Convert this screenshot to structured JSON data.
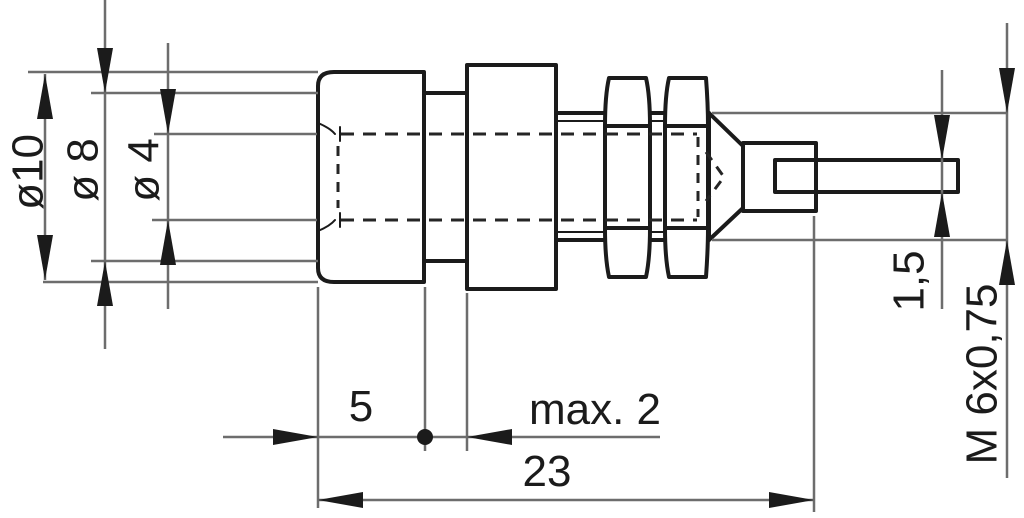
{
  "drawing": {
    "dimension_labels": {
      "outer_diameter": "ø10",
      "body_diameter": "ø 8",
      "hole_diameter": "ø 4",
      "head_length": "5",
      "panel_thickness": "max. 2",
      "overall_length": "23",
      "slot_width": "1,5",
      "thread_spec": "M 6x0,75"
    },
    "dimensions_mm": [
      {
        "label": "ø10",
        "meaning": "head outer diameter",
        "orientation": "vertical"
      },
      {
        "label": "ø 8",
        "meaning": "body diameter",
        "orientation": "vertical"
      },
      {
        "label": "ø 4",
        "meaning": "socket hole diameter",
        "orientation": "vertical"
      },
      {
        "label": "5",
        "meaning": "head length",
        "orientation": "horizontal"
      },
      {
        "label": "max. 2",
        "meaning": "panel mounting gap",
        "orientation": "horizontal"
      },
      {
        "label": "23",
        "meaning": "overall length",
        "orientation": "horizontal"
      },
      {
        "label": "1,5",
        "meaning": "solder pin slot width",
        "orientation": "vertical"
      },
      {
        "label": "M 6x0,75",
        "meaning": "mounting thread",
        "orientation": "vertical"
      }
    ],
    "colors": {
      "background": "#ffffff",
      "outline": "#1b1b1b",
      "dimension_lines": "#6d6d6d"
    }
  }
}
